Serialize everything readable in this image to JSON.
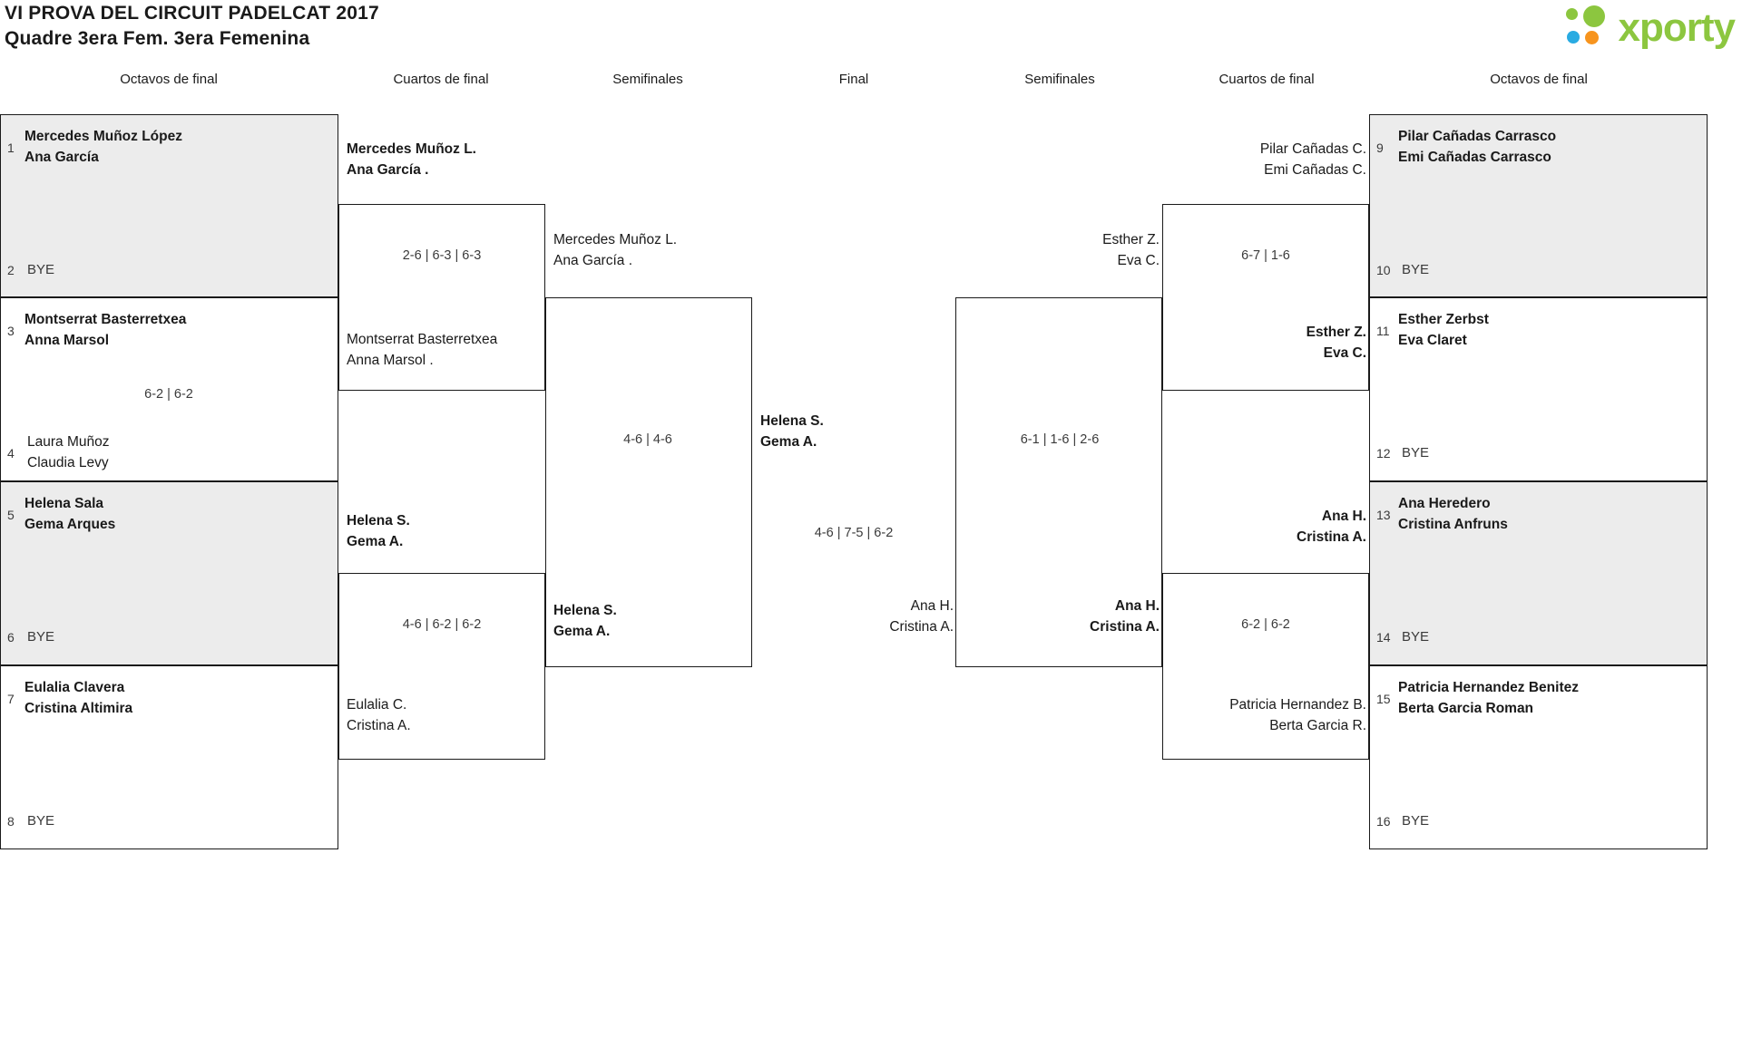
{
  "header": {
    "title": "VI PROVA DEL CIRCUIT PADELCAT 2017",
    "subtitle": "Quadre 3era Fem. 3era Femenina",
    "logo_text": "xporty"
  },
  "round_labels": {
    "left_r16": "Octavos de final",
    "left_qf": "Cuartos de final",
    "left_sf": "Semifinales",
    "final": "Final",
    "right_sf": "Semifinales",
    "right_qf": "Cuartos de final",
    "right_r16": "Octavos de final"
  },
  "bracket": {
    "left_r16": [
      {
        "seed": "1",
        "line1": "Mercedes Muñoz López",
        "line2": "Ana García",
        "winner": true,
        "bye": false
      },
      {
        "seed": "2",
        "line1": "BYE",
        "line2": "",
        "winner": false,
        "bye": true
      },
      {
        "seed": "3",
        "line1": "Montserrat Basterretxea",
        "line2": "Anna Marsol",
        "winner": true,
        "bye": false
      },
      {
        "seed": "4",
        "line1": "Laura Muñoz",
        "line2": "Claudia Levy",
        "winner": false,
        "bye": false
      },
      {
        "seed": "5",
        "line1": "Helena Sala",
        "line2": "Gema Arques",
        "winner": true,
        "bye": false
      },
      {
        "seed": "6",
        "line1": "BYE",
        "line2": "",
        "winner": false,
        "bye": true
      },
      {
        "seed": "7",
        "line1": "Eulalia Clavera",
        "line2": "Cristina Altimira",
        "winner": true,
        "bye": false
      },
      {
        "seed": "8",
        "line1": "BYE",
        "line2": "",
        "winner": false,
        "bye": true
      }
    ],
    "left_r16_scores": [
      {
        "value": ""
      },
      {
        "value": "6-2 | 6-2"
      },
      {
        "value": ""
      },
      {
        "value": ""
      }
    ],
    "left_qf": [
      {
        "line1": "Mercedes Muñoz L.",
        "line2": "Ana García .",
        "winner": true
      },
      {
        "line1": "Montserrat Basterretxea",
        "line2": "Anna Marsol .",
        "winner": false
      },
      {
        "line1": "Helena S.",
        "line2": "Gema A.",
        "winner": true
      },
      {
        "line1": "Eulalia C.",
        "line2": "Cristina A.",
        "winner": false
      }
    ],
    "left_qf_scores": [
      {
        "value": "2-6 | 6-3 | 6-3"
      },
      {
        "value": "4-6 | 6-2 | 6-2"
      }
    ],
    "left_sf": [
      {
        "line1": "Mercedes Muñoz L.",
        "line2": "Ana García .",
        "winner": false
      },
      {
        "line1": "Helena S.",
        "line2": "Gema A.",
        "winner": true
      }
    ],
    "left_sf_scores": [
      {
        "value": "4-6 | 4-6"
      }
    ],
    "final": {
      "champion": {
        "line1": "Helena S.",
        "line2": "Gema A."
      },
      "runner_up": {
        "line1": "Ana H.",
        "line2": "Cristina A."
      },
      "score": "4-6 | 7-5 | 6-2"
    },
    "right_sf": [
      {
        "line1": "Esther Z.",
        "line2": "Eva C.",
        "winner": false
      },
      {
        "line1": "Ana H.",
        "line2": "Cristina A.",
        "winner": true
      }
    ],
    "right_sf_scores": [
      {
        "value": "6-1 | 1-6 | 2-6"
      }
    ],
    "right_qf": [
      {
        "line1": "Pilar Cañadas C.",
        "line2": "Emi Cañadas C.",
        "winner": false
      },
      {
        "line1": "Esther Z.",
        "line2": "Eva C.",
        "winner": true
      },
      {
        "line1": "Ana H.",
        "line2": "Cristina A.",
        "winner": true
      },
      {
        "line1": "Patricia Hernandez B.",
        "line2": "Berta Garcia R.",
        "winner": false
      }
    ],
    "right_qf_scores": [
      {
        "value": "6-7 | 1-6"
      },
      {
        "value": "6-2 | 6-2"
      }
    ],
    "right_r16": [
      {
        "seed": "9",
        "line1": "Pilar Cañadas Carrasco",
        "line2": "Emi Cañadas Carrasco",
        "winner": true,
        "bye": false
      },
      {
        "seed": "10",
        "line1": "BYE",
        "line2": "",
        "winner": false,
        "bye": true
      },
      {
        "seed": "11",
        "line1": "Esther Zerbst",
        "line2": "Eva Claret",
        "winner": true,
        "bye": false
      },
      {
        "seed": "12",
        "line1": "BYE",
        "line2": "",
        "winner": false,
        "bye": true
      },
      {
        "seed": "13",
        "line1": "Ana Heredero",
        "line2": "Cristina Anfruns",
        "winner": true,
        "bye": false
      },
      {
        "seed": "14",
        "line1": "BYE",
        "line2": "",
        "winner": false,
        "bye": true
      },
      {
        "seed": "15",
        "line1": "Patricia Hernandez Benitez",
        "line2": "Berta Garcia Roman",
        "winner": true,
        "bye": false
      },
      {
        "seed": "16",
        "line1": "BYE",
        "line2": "",
        "winner": false,
        "bye": true
      }
    ]
  },
  "colors": {
    "shaded_row": "#ececec",
    "line": "#1a1a1a",
    "logo_green": "#8cc63f",
    "logo_blue": "#29abe2",
    "logo_orange": "#f7941e"
  }
}
